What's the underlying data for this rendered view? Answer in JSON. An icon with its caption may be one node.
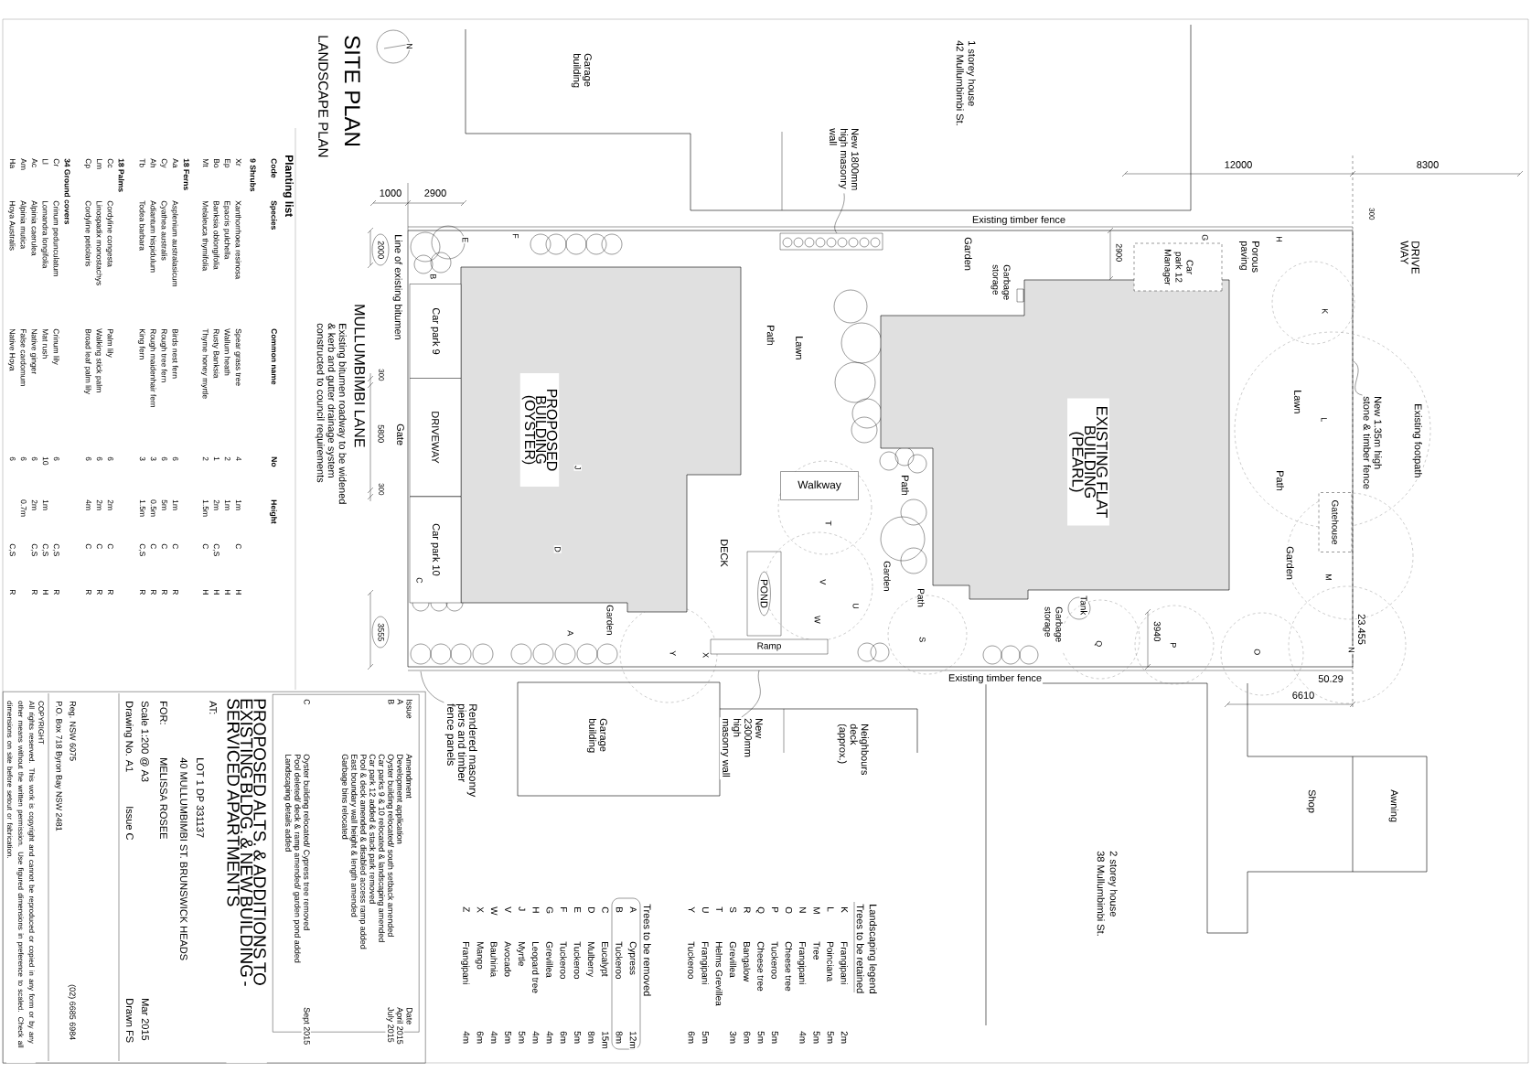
{
  "diagram": {
    "title": "SITE PLAN",
    "nodes": [
      {
        "text": [
          "EXISTING FLAT BUILDING (PEARL)"
        ]
      },
      {
        "text": [
          "PROPOSED BUILDING (OYSTER)"
        ]
      },
      {
        "text": [
          "Car park 9"
        ]
      },
      {
        "text": [
          "DRIVEWAY"
        ]
      },
      {
        "text": [
          "Car park 10"
        ]
      },
      {
        "text": [
          "Car park 12 Manager"
        ]
      },
      {
        "text": [
          "Walkway"
        ]
      },
      {
        "text": [
          "POND"
        ]
      },
      {
        "text": [
          "Ramp"
        ]
      },
      {
        "text": [
          "Gatehouse"
        ]
      },
      {
        "text": [
          "PROPOSED ALTS. & ADDITIONS TO EXISTING BLDG. & NEW BUILDING - SERVICED APARTMENTS",
          "AT:",
          "LOT 1 DP 331137",
          "40 MULLUMBIMBI ST. BRUNSWICK HEADS",
          "FOR:",
          "MELISSA ROSEE",
          "Scale 1:200 @ A3",
          "Drawing No. A1",
          "Issue C",
          "Mar 2015",
          "Drawn FS",
          "Reg. NSW 6075",
          "(02) 6685 6984",
          "P.O. Box 718 Byron Bay NSW 2481",
          "COPYRIGHT",
          "All rights reserved. This work is copyright and cannot be reproduced or copied in any form or by any other means without the written permission. Use figured dimensions in preference to scaled. Check all dimensions on site before setout or fabrication."
        ]
      },
      {
        "text": [
          "Issue",
          "Amendment",
          "Date",
          "A",
          "Development application",
          "April 2015",
          "B",
          "Oyster building relocated/ south setback amended",
          "July 2015",
          "Car parks 9 & 10 relocated & landscaping amended",
          "Car park 12 added & stack park removed",
          "Pool & deck amended & disabled access ramp added",
          "East boundary wall height & length amended",
          "Garbage bins relocated",
          "C",
          "Oyster building relocated/ Cypress tree removed",
          "Sept 2015",
          "Pool deleted/ deck & ramp amended/ garden pond added",
          "Landscaping details added"
        ],
        "in": 10
      },
      {
        "text": [
          "New 1800mm high masonry wall"
        ]
      },
      {
        "text": [
          "Rendered masonry piers and timber fence panels"
        ]
      },
      {
        "text": [
          "New 2300mm high masonry wall"
        ]
      },
      {
        "text": [
          "New 1.35m high stone & timber fence"
        ]
      }
    ],
    "edges": [
      {
        "from": 12,
        "to": null,
        "arrow": "none"
      },
      {
        "from": 13,
        "to": null,
        "arrow": "none"
      },
      {
        "from": 14,
        "to": null,
        "arrow": "none"
      },
      {
        "from": 15,
        "to": null,
        "arrow": "none"
      }
    ],
    "labels": [
      "LANDSCAPE PLAN",
      "N",
      "Garage building",
      "1 storey house",
      "42 Mullumbimbi St.",
      "Existing timber fence",
      "Garden",
      "12000",
      "8300",
      "1000",
      "2900",
      "2000",
      "Line of existing bitumen",
      "MULLUMBIMBI LANE",
      "Existing bitumen roadway to be widened & kerb and gutter drainage system constructed to council requirements",
      "300",
      "5800",
      "300",
      "Gate",
      "3555",
      "B",
      "E",
      "F",
      "C",
      "J",
      "D",
      "A",
      "Y",
      "X",
      "T",
      "V",
      "U",
      "W",
      "S",
      "G",
      "H",
      "K",
      "L",
      "M",
      "N",
      "O",
      "P",
      "Q",
      "Lawn",
      "Path",
      "Path",
      "DECK",
      "Garden",
      "Garden",
      "Path",
      "Tank",
      "Garbage storage",
      "Garbage storage",
      "Porous paving",
      "DRIVE WAY",
      "2900",
      "300",
      "Lawn",
      "Existing footpath",
      "Path",
      "Garden",
      "23.455",
      "50.29",
      "6610",
      "3940",
      "Existing timber fence",
      "Neighbours deck (approx.)",
      "Garage building",
      "2 storey house",
      "38 Mullumbimbi St.",
      "Shop",
      "Awning",
      "Landscaping legend",
      "Trees to be retained",
      "K",
      "Frangipani",
      "2m",
      "L",
      "Poinciana",
      "5m",
      "M",
      "Tree",
      "5m",
      "N",
      "Frangipani",
      "4m",
      "O",
      "Cheese tree",
      "P",
      "Tuckeroo",
      "5m",
      "Q",
      "Cheese tree",
      "5m",
      "R",
      "Bangalow",
      "6m",
      "S",
      "Grevillea",
      "3m",
      "T",
      "Helms Grevillea",
      "U",
      "Frangipani",
      "5m",
      "Y",
      "Tuckeroo",
      "6m",
      "Trees to be removed",
      "A",
      "Cypress",
      "12m",
      "B",
      "Tuckeroo",
      "8m",
      "C",
      "Eucalypt",
      "15m",
      "D",
      "Mulberry",
      "8m",
      "E",
      "Tuckeroo",
      "5m",
      "F",
      "Tuckeroo",
      "6m",
      "G",
      "Grevillea",
      "4m",
      "H",
      "Leopard tree",
      "4m",
      "J",
      "Myrtle",
      "5m",
      "V",
      "Avocado",
      "5m",
      "W",
      "Bauhinia",
      "4m",
      "X",
      "Mango",
      "6m",
      "Z",
      "Frangipani",
      "4m",
      "Planting list",
      "Code",
      "Species",
      "Common name",
      "No",
      "Height",
      "9 Shrubs",
      "Xr",
      "Xanthorrhoea resinosa",
      "Spear grass tree",
      "4",
      "1m",
      "C",
      "H",
      "Ep",
      "Epacris pulchella",
      "Wallum heath",
      "2",
      "1m",
      "H",
      "Bo",
      "Banksia oblongifolia",
      "Rusty Banksia",
      "1",
      "2m",
      "C,S",
      "H",
      "Mt",
      "Melaleuca thymifolia",
      "Thyme honey myrtle",
      "2",
      "1.5m",
      "C",
      "H",
      "18 Ferns",
      "Aa",
      "Asplenium australasicum",
      "Birds nest fern",
      "6",
      "1m",
      "C",
      "R",
      "Cy",
      "Cyathea australis",
      "Rough tree fern",
      "6",
      "5m",
      "C",
      "R",
      "Ah",
      "Adiantum hispidulum",
      "Rough maidenhair fern",
      "3",
      "0.5m",
      "C",
      "R",
      "Tb",
      "Todea barbara",
      "King fern",
      "3",
      "1.5m",
      "C,S",
      "R",
      "18 Palms",
      "Cc",
      "Cordyline congesta",
      "Palm lily",
      "6",
      "2m",
      "C",
      "R",
      "Lm",
      "Linospadix monostachys",
      "Walking stick palm",
      "6",
      "2m",
      "C",
      "R",
      "Cp",
      "Cordyline petiolaris",
      "Broad leaf palm lily",
      "6",
      "4m",
      "C",
      "R",
      "34 Ground covers",
      "Cr",
      "Crinum pedunculatum",
      "Crinum lily",
      "6",
      "C,S",
      "R",
      "Ll",
      "Lomandra longifolia",
      "Mat rush",
      "10",
      "1m",
      "C,S",
      "H",
      "Ac",
      "Alpinia caerulea",
      "Native ginger",
      "6",
      "2m",
      "C,S",
      "R",
      "Am",
      "Alpinia mutica",
      "False cardomum",
      "6",
      "0.7m",
      "Ha",
      "Hoya Australis",
      "Native Hoya",
      "6",
      "C,S",
      "R"
    ]
  }
}
